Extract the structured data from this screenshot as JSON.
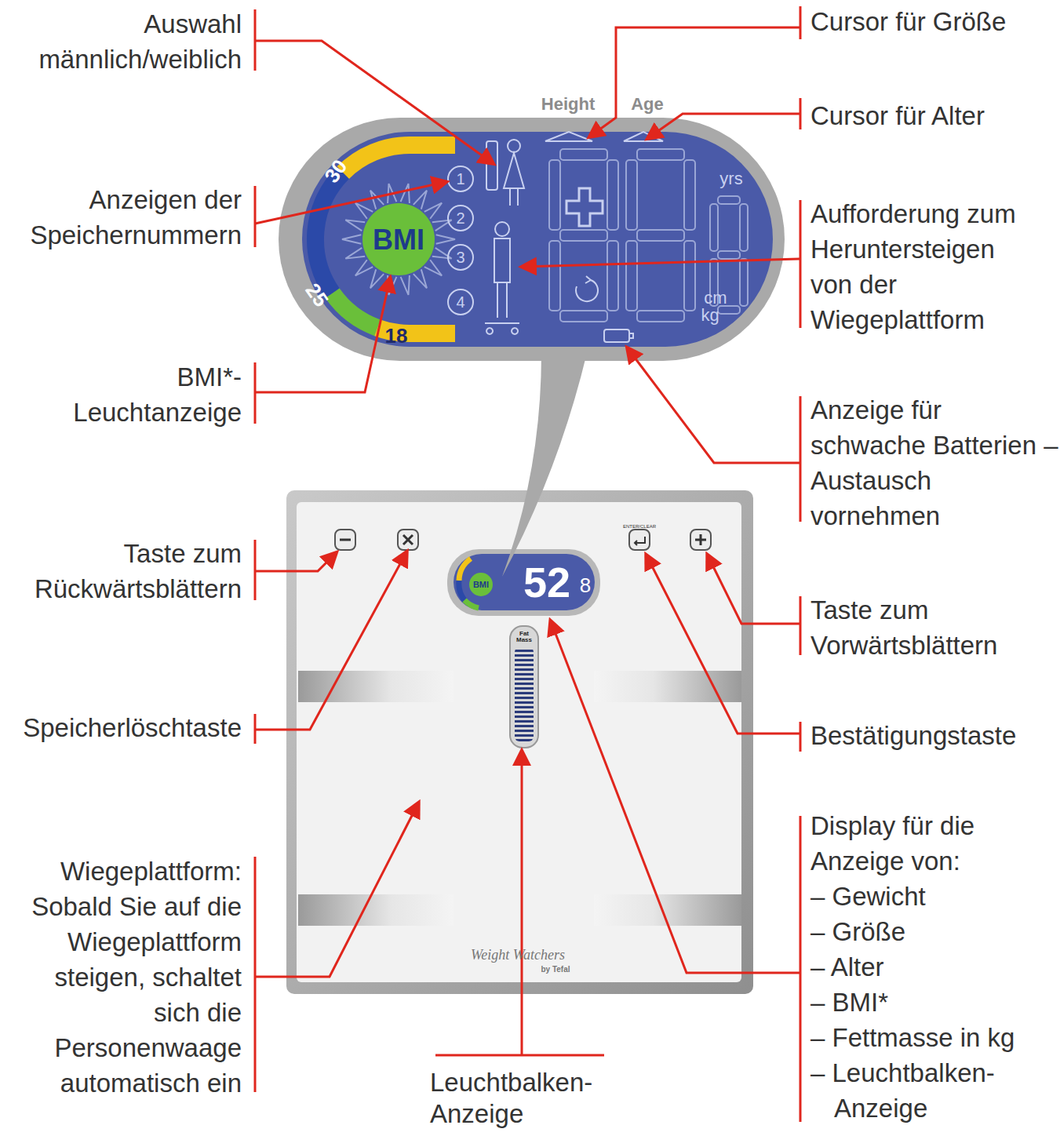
{
  "diagram": {
    "labels": [
      "Auswahl männlich/weiblich",
      "Anzeigen der Speichernummern",
      "BMI*- Leuchtanzeige",
      "Taste zum Rückwärtsblättern",
      "Speicherlöschtaste",
      "Wiegeplattform: Sobald Sie auf die Wiegeplattform steigen, schaltet sich die Personenwaage automatisch ein",
      "Leuchtbalken- Anzeige",
      "Cursor für Größe",
      "Cursor für Alter",
      "Aufforderung zum Heruntersteigen von der Wiegeplattform",
      "Anzeige für schwache Batterien – Austausch vornehmen",
      "Taste zum Vorwärtsblättern",
      "Bestätigungstaste",
      "Display für die Anzeige von:",
      "– Gewicht",
      "– Größe",
      "– Alter",
      "– BMI*",
      "– Fettmasse in kg",
      "– Leuchtbalken- Anzeige",
      "Height",
      "Age",
      "30",
      "25",
      "18",
      "BMI",
      "1",
      "2",
      "3",
      "4",
      "yrs",
      "cm",
      "kg",
      "52",
      "8",
      "BMI",
      "Fat Mass",
      "ENTER/CLEAR",
      "Weight Watchers",
      "by Tefal"
    ]
  }
}
